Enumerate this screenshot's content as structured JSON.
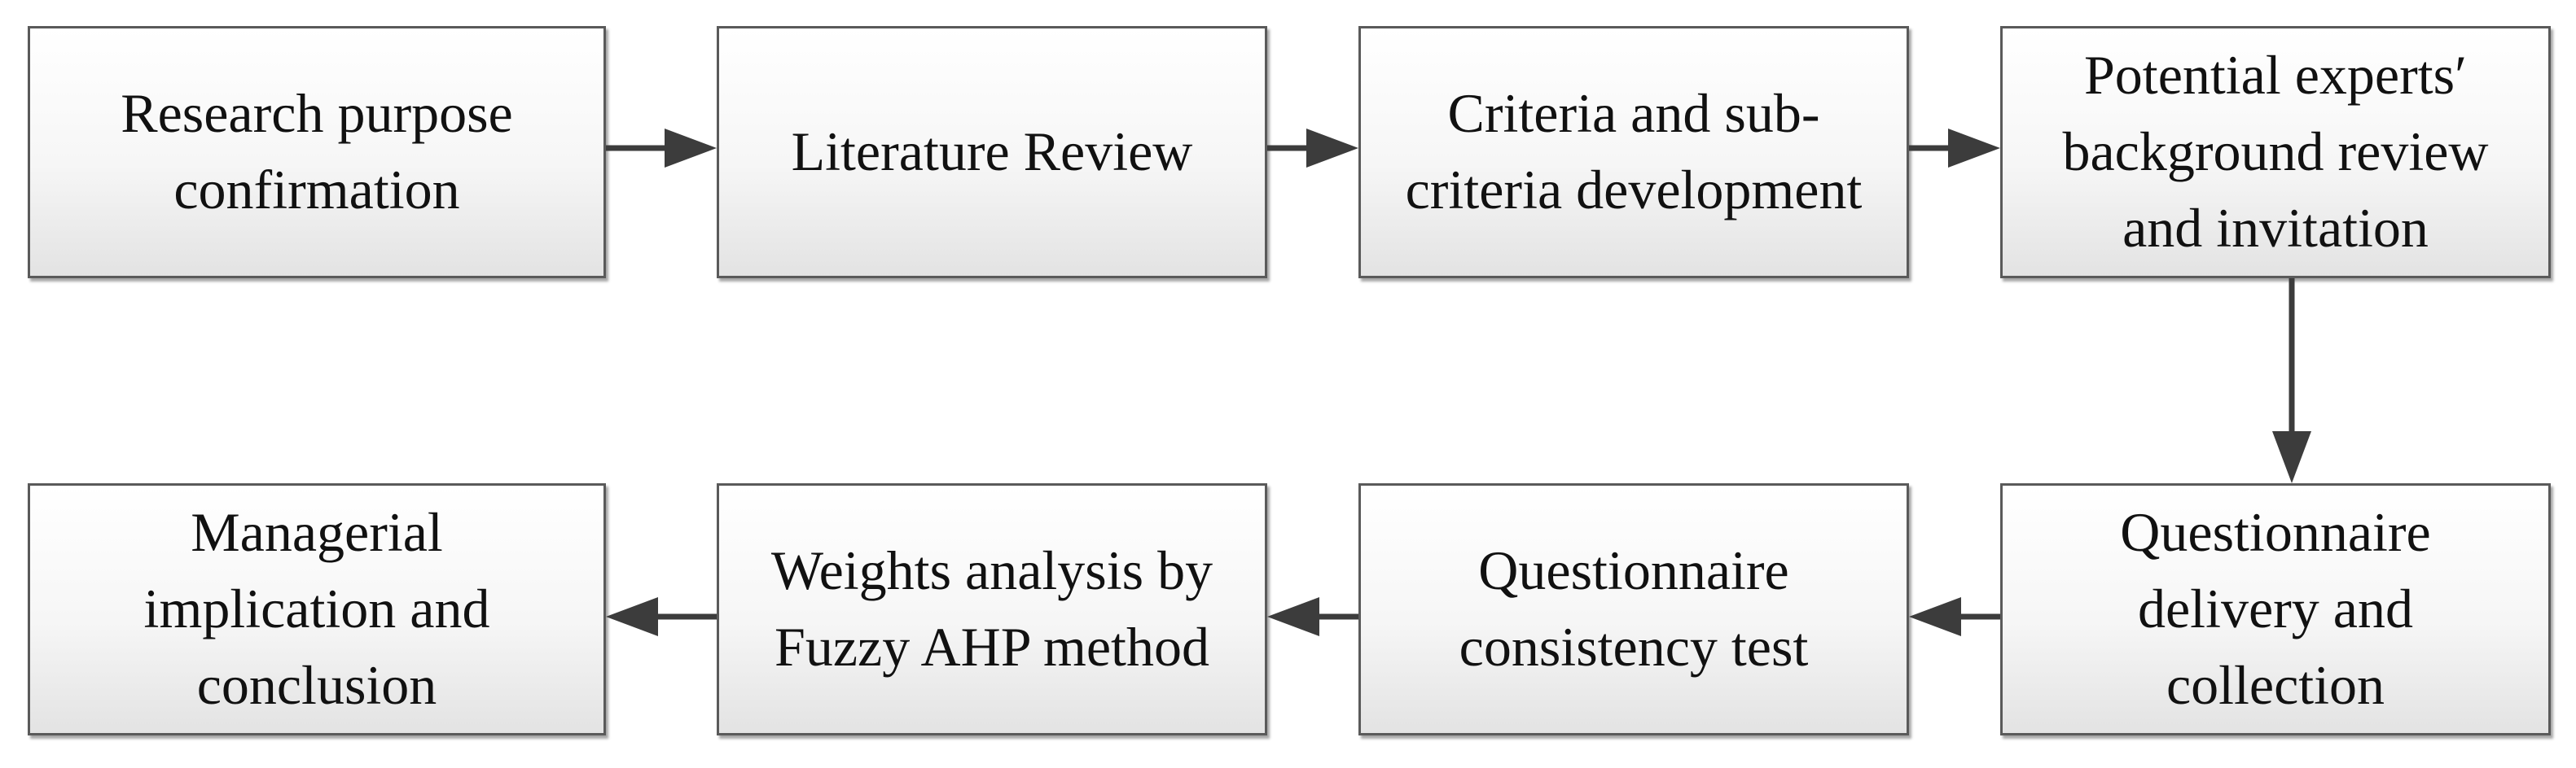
{
  "steps": [
    {
      "lines": [
        "Research purpose",
        "confirmation"
      ]
    },
    {
      "lines": [
        "Literature Review"
      ]
    },
    {
      "lines": [
        "Criteria and sub-",
        "criteria development"
      ]
    },
    {
      "lines": [
        "Potential experts′",
        "background review",
        "and invitation"
      ]
    },
    {
      "lines": [
        "Questionnaire",
        "delivery and",
        "collection"
      ]
    },
    {
      "lines": [
        "Questionnaire",
        "consistency test"
      ]
    },
    {
      "lines": [
        "Weights analysis by",
        "Fuzzy AHP method"
      ]
    },
    {
      "lines": [
        "Managerial",
        "implication and",
        "conclusion"
      ]
    }
  ],
  "colors": {
    "border": "#5a5a5a",
    "arrow": "#3c3c3c",
    "text": "#111111"
  }
}
